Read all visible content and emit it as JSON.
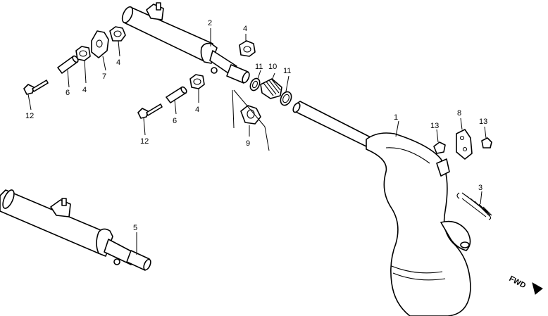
{
  "callouts": {
    "c1": "1",
    "c2": "2",
    "c3": "3",
    "c4a": "4",
    "c4b": "4",
    "c4c": "4",
    "c4d": "4",
    "c5": "5",
    "c6a": "6",
    "c6b": "6",
    "c7": "7",
    "c8": "8",
    "c9": "9",
    "c10": "10",
    "c11a": "11",
    "c11b": "11",
    "c12a": "12",
    "c12b": "12",
    "c13a": "13",
    "c13b": "13"
  },
  "direction_label": "FWD"
}
